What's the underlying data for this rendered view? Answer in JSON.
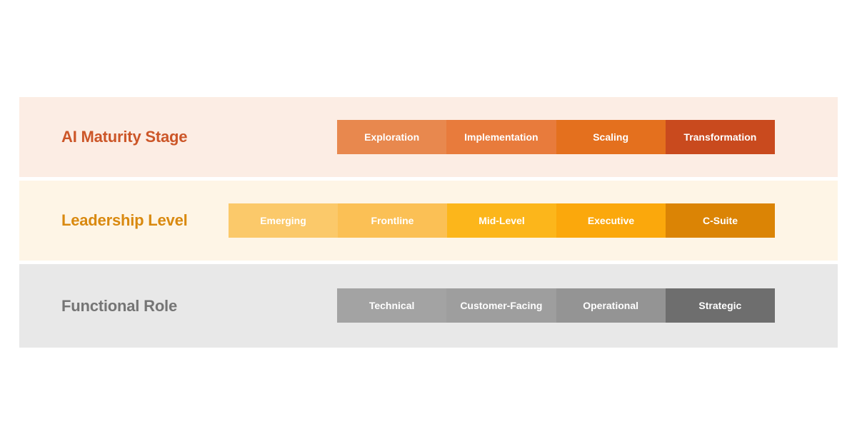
{
  "page": {
    "background": "#ffffff",
    "type": "three-tier-segmented-matrix"
  },
  "rows": [
    {
      "id": "ai-maturity-stage",
      "label": "AI Maturity Stage",
      "label_color": "#cc5628",
      "row_background": "#fcede4",
      "segments": [
        {
          "label": "Exploration",
          "color": "#e8884e"
        },
        {
          "label": "Implementation",
          "color": "#e87b3c"
        },
        {
          "label": "Scaling",
          "color": "#e4701e"
        },
        {
          "label": "Transformation",
          "color": "#c94a1e"
        }
      ]
    },
    {
      "id": "leadership-level",
      "label": "Leadership Level",
      "label_color": "#d9890f",
      "row_background": "#fef5e6",
      "segments": [
        {
          "label": "Emerging",
          "color": "#fbc96a"
        },
        {
          "label": "Frontline",
          "color": "#fbc055"
        },
        {
          "label": "Mid-Level",
          "color": "#fcb61b"
        },
        {
          "label": "Executive",
          "color": "#fba80c"
        },
        {
          "label": "C-Suite",
          "color": "#db8405"
        }
      ]
    },
    {
      "id": "functional-role",
      "label": "Functional Role",
      "label_color": "#757575",
      "row_background": "#e8e8e8",
      "segments": [
        {
          "label": "Technical",
          "color": "#a3a3a3"
        },
        {
          "label": "Customer-Facing",
          "color": "#9e9e9e"
        },
        {
          "label": "Operational",
          "color": "#949494"
        },
        {
          "label": "Strategic",
          "color": "#6e6e6e"
        }
      ]
    }
  ],
  "chart_data": {
    "type": "table",
    "title": "",
    "categories": [
      "AI Maturity Stage",
      "Leadership Level",
      "Functional Role"
    ],
    "series": [
      {
        "name": "AI Maturity Stage",
        "values": [
          "Exploration",
          "Implementation",
          "Scaling",
          "Transformation"
        ]
      },
      {
        "name": "Leadership Level",
        "values": [
          "Emerging",
          "Frontline",
          "Mid-Level",
          "Executive",
          "C-Suite"
        ]
      },
      {
        "name": "Functional Role",
        "values": [
          "Technical",
          "Customer-Facing",
          "Operational",
          "Strategic"
        ]
      }
    ],
    "xlabel": "",
    "ylabel": "",
    "legend": "none",
    "grid": false
  }
}
